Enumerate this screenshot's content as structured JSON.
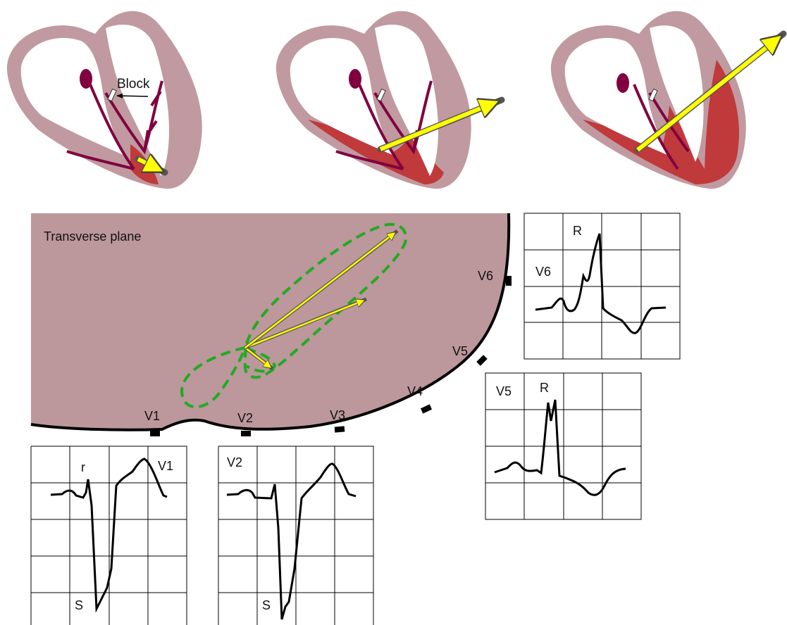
{
  "colors": {
    "myocardium": "#c09aa0",
    "depolarized": "#c0393b",
    "conduction": "#800040",
    "vector": "#ffff00",
    "loop": "#22aa22",
    "plane": "#bc979c",
    "ecg_line": "#000000",
    "grid": "#000000"
  },
  "heart_panels": {
    "block_label": "Block"
  },
  "plane": {
    "title": "Transverse plane"
  },
  "leads": {
    "v1": "V1",
    "v2": "V2",
    "v3": "V3",
    "v4": "V4",
    "v5": "V5",
    "v6": "V6"
  },
  "ecg": {
    "v6": {
      "lead": "V6",
      "wave_r": "R"
    },
    "v5": {
      "lead": "V5",
      "wave_r": "R"
    },
    "v1": {
      "lead": "V1",
      "wave_r": "r",
      "wave_s": "S"
    },
    "v2": {
      "lead": "V2",
      "wave_s": "S"
    }
  }
}
